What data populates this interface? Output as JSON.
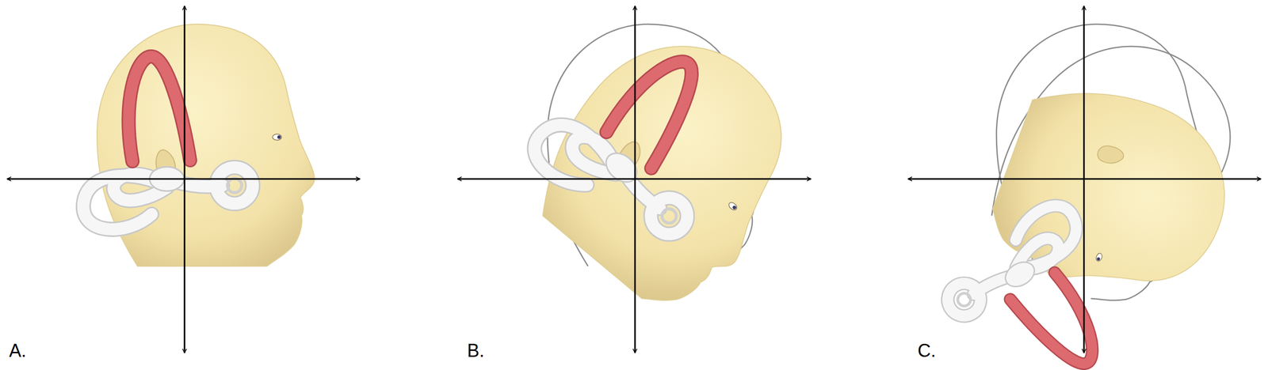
{
  "diagram": {
    "labels": [
      "A.",
      "B.",
      "C."
    ]
  }
}
